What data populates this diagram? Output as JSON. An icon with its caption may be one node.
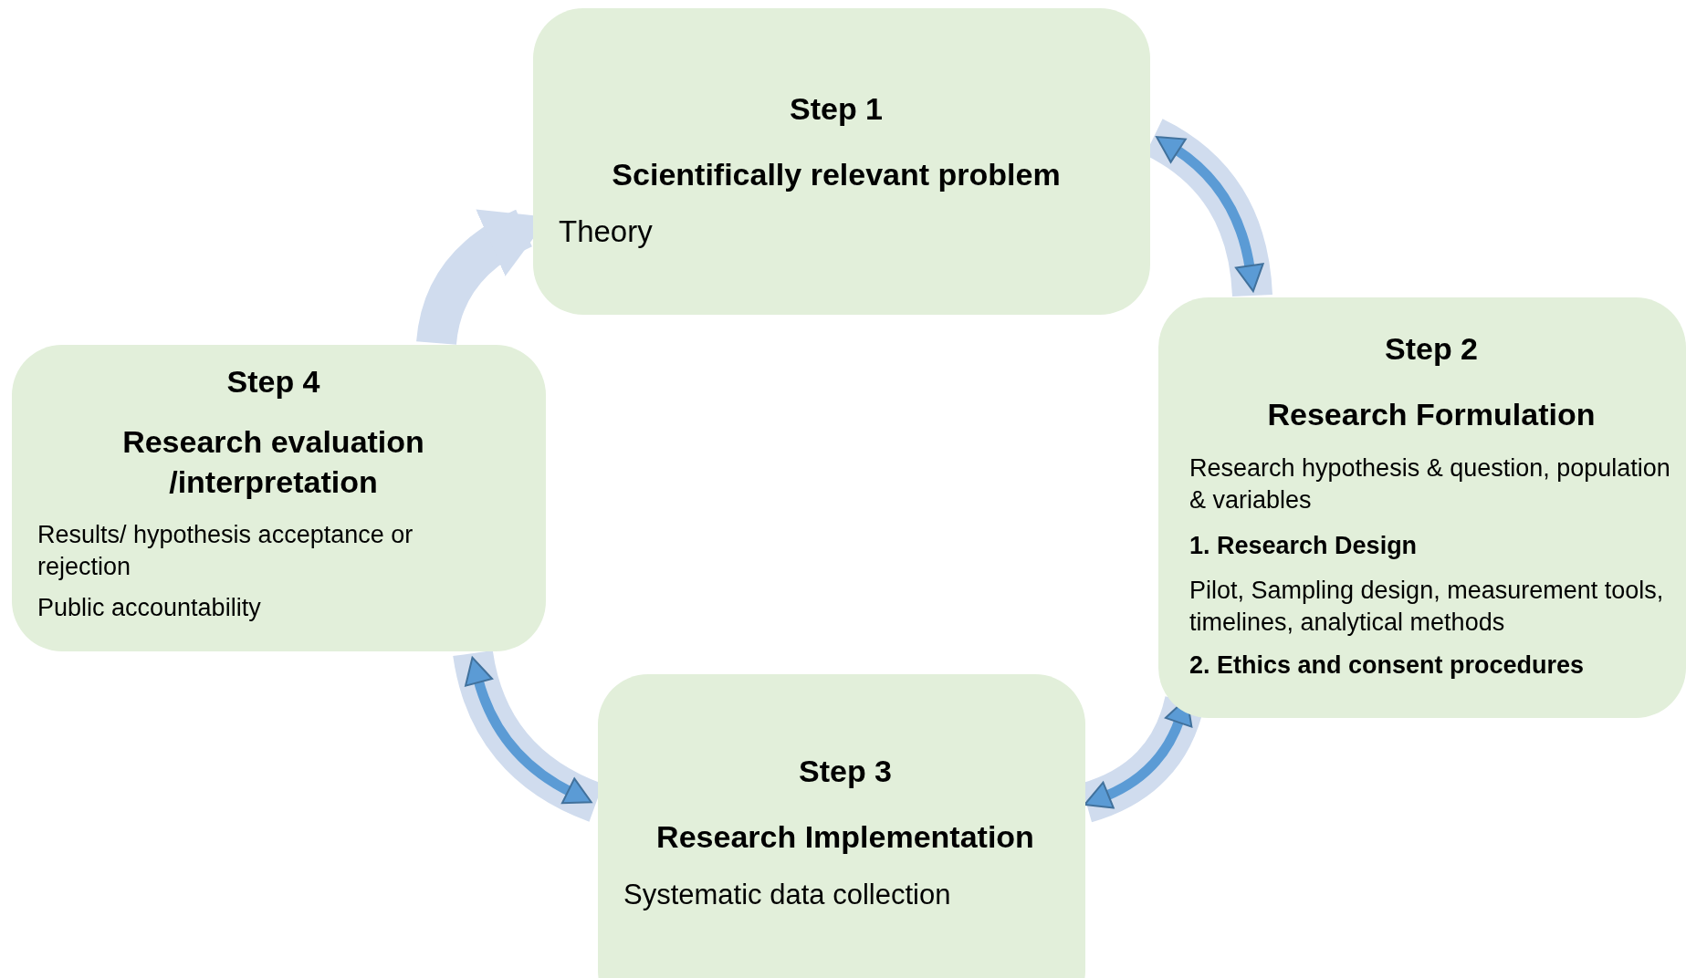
{
  "diagram": {
    "nodes": [
      {
        "text": [
          "Step 1",
          "Scientifically relevant problem",
          "Theory"
        ]
      },
      {
        "text": [
          "Step 2",
          "Research Formulation",
          "Research hypothesis & question, population & variables",
          "1. Research Design",
          "Pilot, Sampling design, measurement tools, timelines, analytical methods",
          "2. Ethics and consent procedures"
        ]
      },
      {
        "text": [
          "Step 3",
          "Research Implementation",
          "Systematic data collection"
        ]
      },
      {
        "text": [
          "Step 4",
          "Research evaluation /interpretation",
          "Results/ hypothesis acceptance or rejection",
          "Public accountability"
        ]
      }
    ],
    "edges": [
      {
        "from": 0,
        "to": 1,
        "arrow": "both"
      },
      {
        "from": 1,
        "to": 2,
        "arrow": "both"
      },
      {
        "from": 2,
        "to": 3,
        "arrow": "both"
      },
      {
        "from": 3,
        "to": 0,
        "arrow": "to"
      }
    ]
  }
}
